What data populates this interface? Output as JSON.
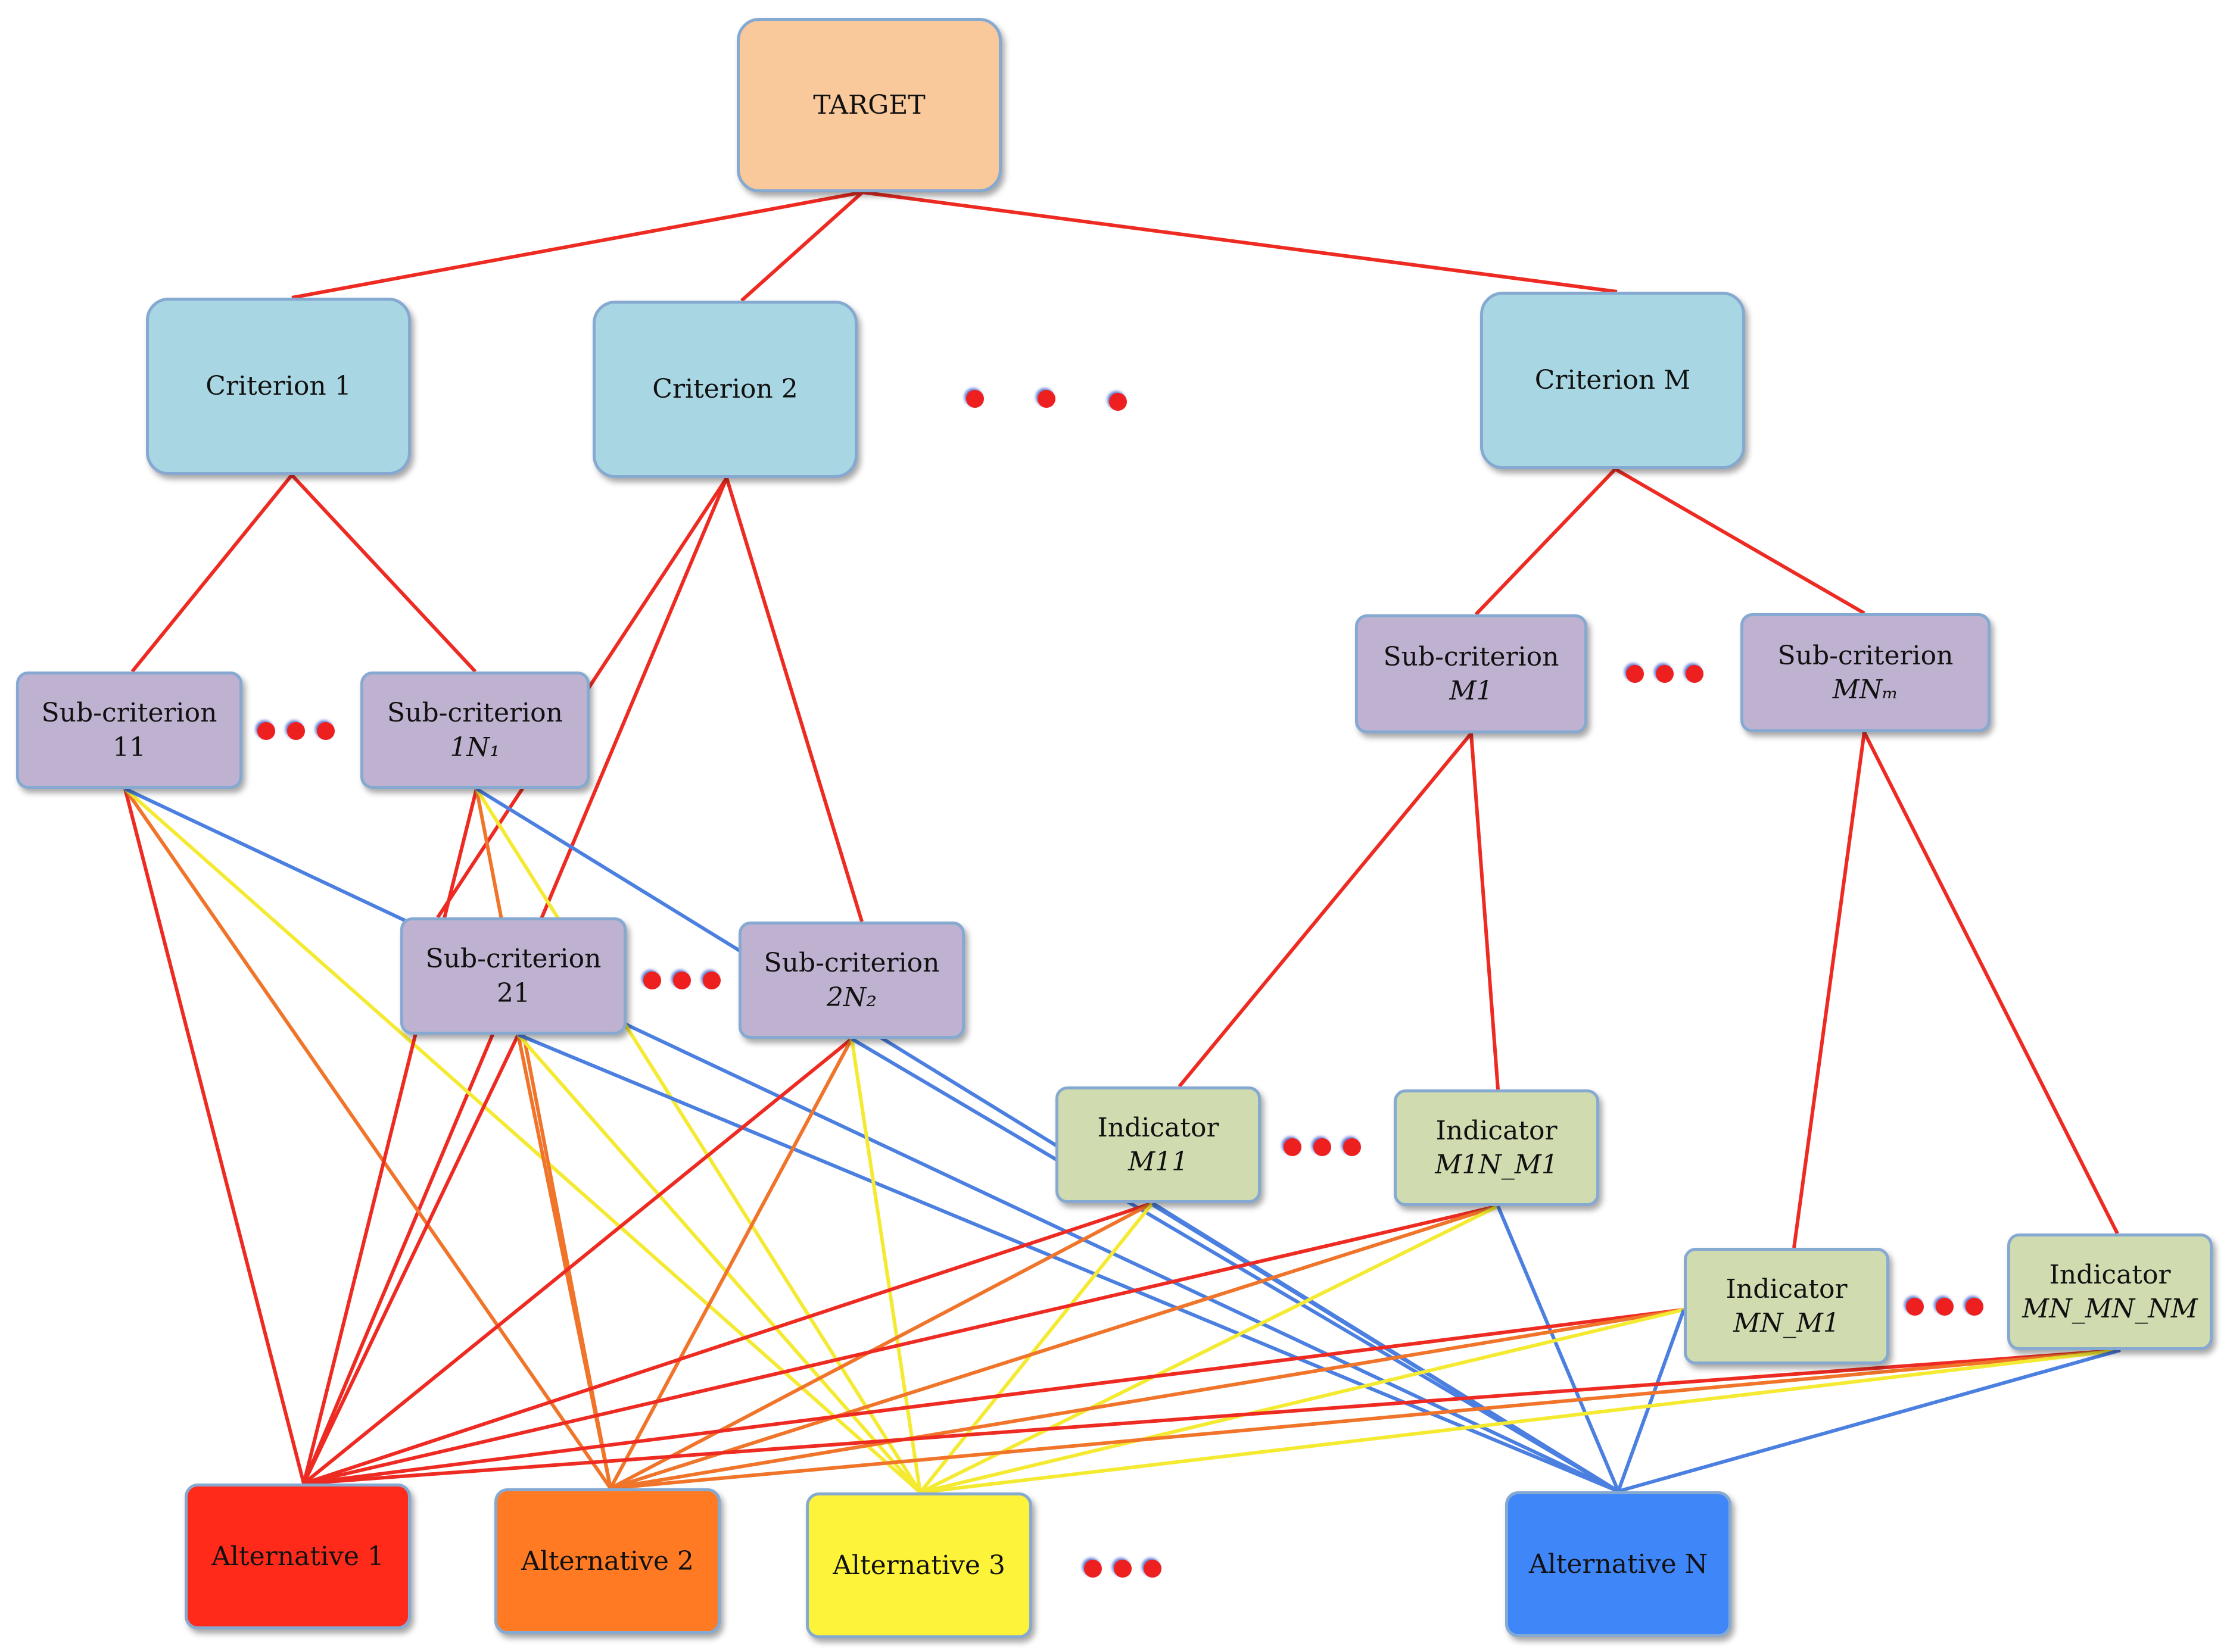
{
  "target": {
    "label": "TARGET"
  },
  "criteria": [
    {
      "label": "Criterion 1"
    },
    {
      "label": "Criterion 2"
    },
    {
      "label": "Criterion M"
    }
  ],
  "subcriteria": [
    {
      "line1": "Sub-criterion",
      "line2": "11"
    },
    {
      "line1": "Sub-criterion",
      "line2": "1N₁"
    },
    {
      "line1": "Sub-criterion",
      "line2": "21"
    },
    {
      "line1": "Sub-criterion",
      "line2": "2N₂"
    },
    {
      "line1": "Sub-criterion",
      "line2": "M1"
    },
    {
      "line1": "Sub-criterion",
      "line2": "MNₘ"
    }
  ],
  "indicators": [
    {
      "line1": "Indicator",
      "line2": "M11"
    },
    {
      "line1": "Indicator",
      "line2": "M1N_M1"
    },
    {
      "line1": "Indicator",
      "line2": "MN_M1"
    },
    {
      "line1": "Indicator",
      "line2": "MN_MN_NM"
    }
  ],
  "alternatives": [
    {
      "label": "Alternative 1",
      "color": "#ff2a1a"
    },
    {
      "label": "Alternative 2",
      "color": "#ff7a22"
    },
    {
      "label": "Alternative 3",
      "color": "#fdf43a"
    },
    {
      "label": "Alternative N",
      "color": "#3f86f8"
    }
  ],
  "colors": {
    "red": "#ee2b22",
    "orange": "#f0742a",
    "yellow": "#f5ea32",
    "blue": "#4b7fe0",
    "target_fill": "#f9c89b",
    "criterion_fill": "#a8d6e2",
    "subcriterion_fill": "#bfb2d0",
    "indicator_fill": "#d0dcb0",
    "ellipsis_dot": "#ee1f1f"
  }
}
